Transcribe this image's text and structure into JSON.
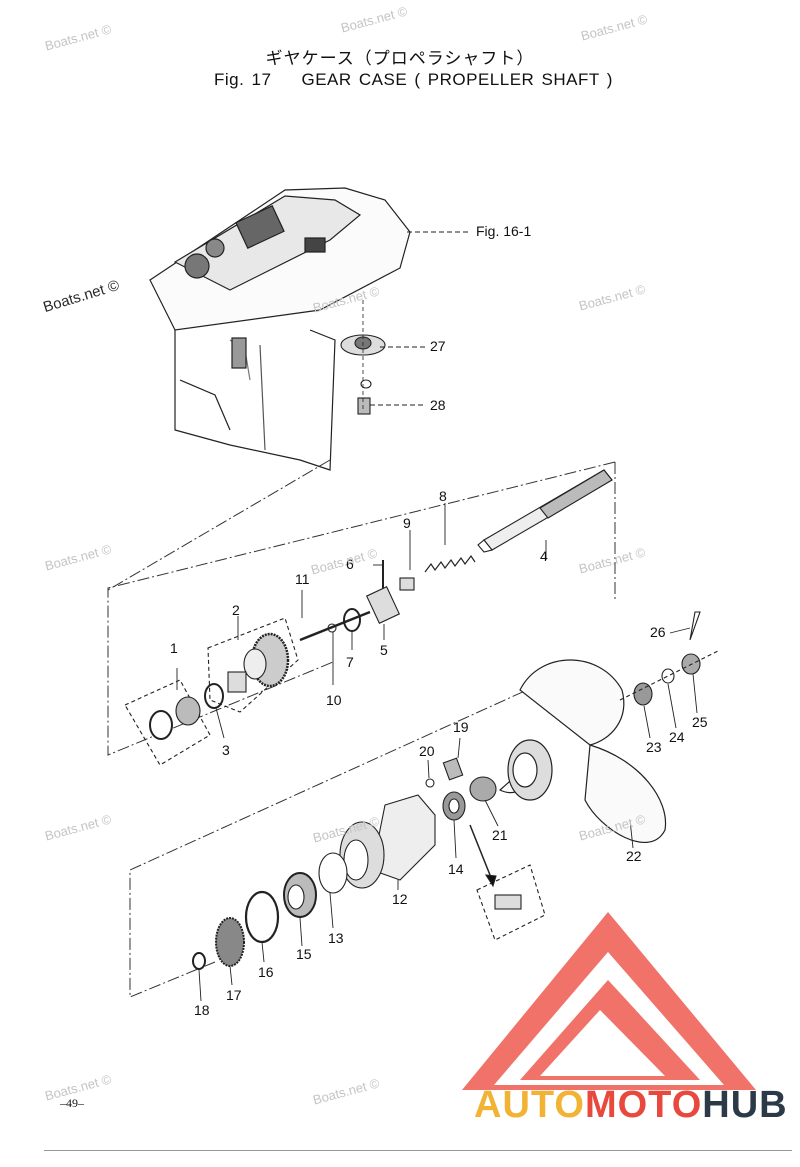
{
  "header": {
    "title_jp": "ギヤケース（プロペラシャフト）",
    "fig_label": "Fig. 17",
    "title_en": "GEAR CASE ( PROPELLER SHAFT )"
  },
  "reference_label": "Fig. 16-1",
  "parts": [
    {
      "num": "1"
    },
    {
      "num": "2"
    },
    {
      "num": "3"
    },
    {
      "num": "4"
    },
    {
      "num": "5"
    },
    {
      "num": "6"
    },
    {
      "num": "7"
    },
    {
      "num": "8"
    },
    {
      "num": "9"
    },
    {
      "num": "10"
    },
    {
      "num": "11"
    },
    {
      "num": "12"
    },
    {
      "num": "13"
    },
    {
      "num": "14"
    },
    {
      "num": "15"
    },
    {
      "num": "16"
    },
    {
      "num": "17"
    },
    {
      "num": "18"
    },
    {
      "num": "19"
    },
    {
      "num": "20"
    },
    {
      "num": "21"
    },
    {
      "num": "22"
    },
    {
      "num": "23"
    },
    {
      "num": "24"
    },
    {
      "num": "25"
    },
    {
      "num": "26"
    },
    {
      "num": "27"
    },
    {
      "num": "28"
    }
  ],
  "watermark": "Boats.net ©",
  "page_number": "–49–",
  "logo": {
    "auto": "AUTO",
    "moto": "MOTO",
    "hub": "HUB"
  },
  "colors": {
    "logo_red": "#e9483c",
    "logo_yellow": "#f2b233",
    "logo_dark": "#2b3a46",
    "watermark": "#c4c4c4"
  }
}
